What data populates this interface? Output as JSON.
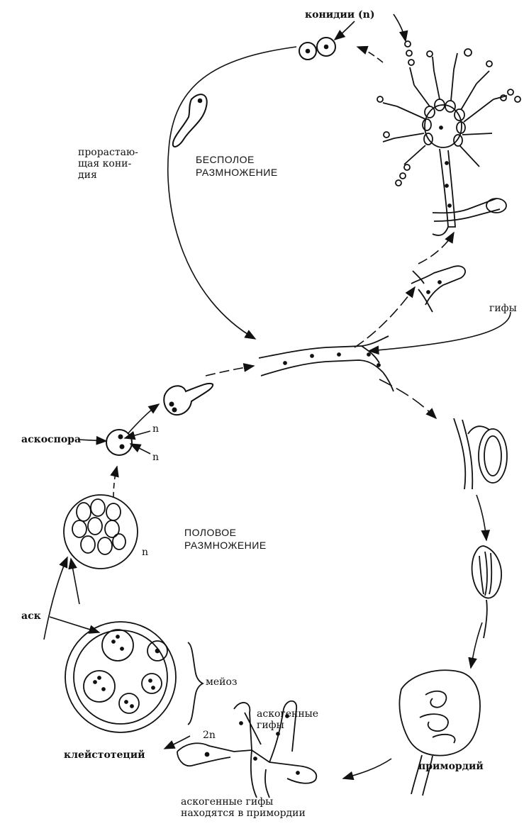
{
  "title_asexual_line1": "БЕСПОЛОЕ",
  "title_asexual_line2": "РАЗМНОЖЕНИЕ",
  "title_sexual_line1": "ПОЛОВОЕ",
  "title_sexual_line2": "РАЗМНОЖЕНИЕ",
  "labels": {
    "conidia": "конидии (n)",
    "germinating_line1": "прорастаю-",
    "germinating_line2": "щая кони-",
    "germinating_line3": "дия",
    "hyphae": "гифы",
    "ascospore": "аскоспора",
    "n_top": "n",
    "n_bottom": "n",
    "n_ascus": "n",
    "ascus": "аск",
    "meiosis": "мейоз",
    "cleistothecium": "клейстотеций",
    "ascogenous_line1": "аскогенные",
    "ascogenous_line2": "гифы",
    "two_n": "2n",
    "primordium": "примордий",
    "bottom_line1": "аскогенные гифы",
    "bottom_line2": "находятся в примордии"
  }
}
